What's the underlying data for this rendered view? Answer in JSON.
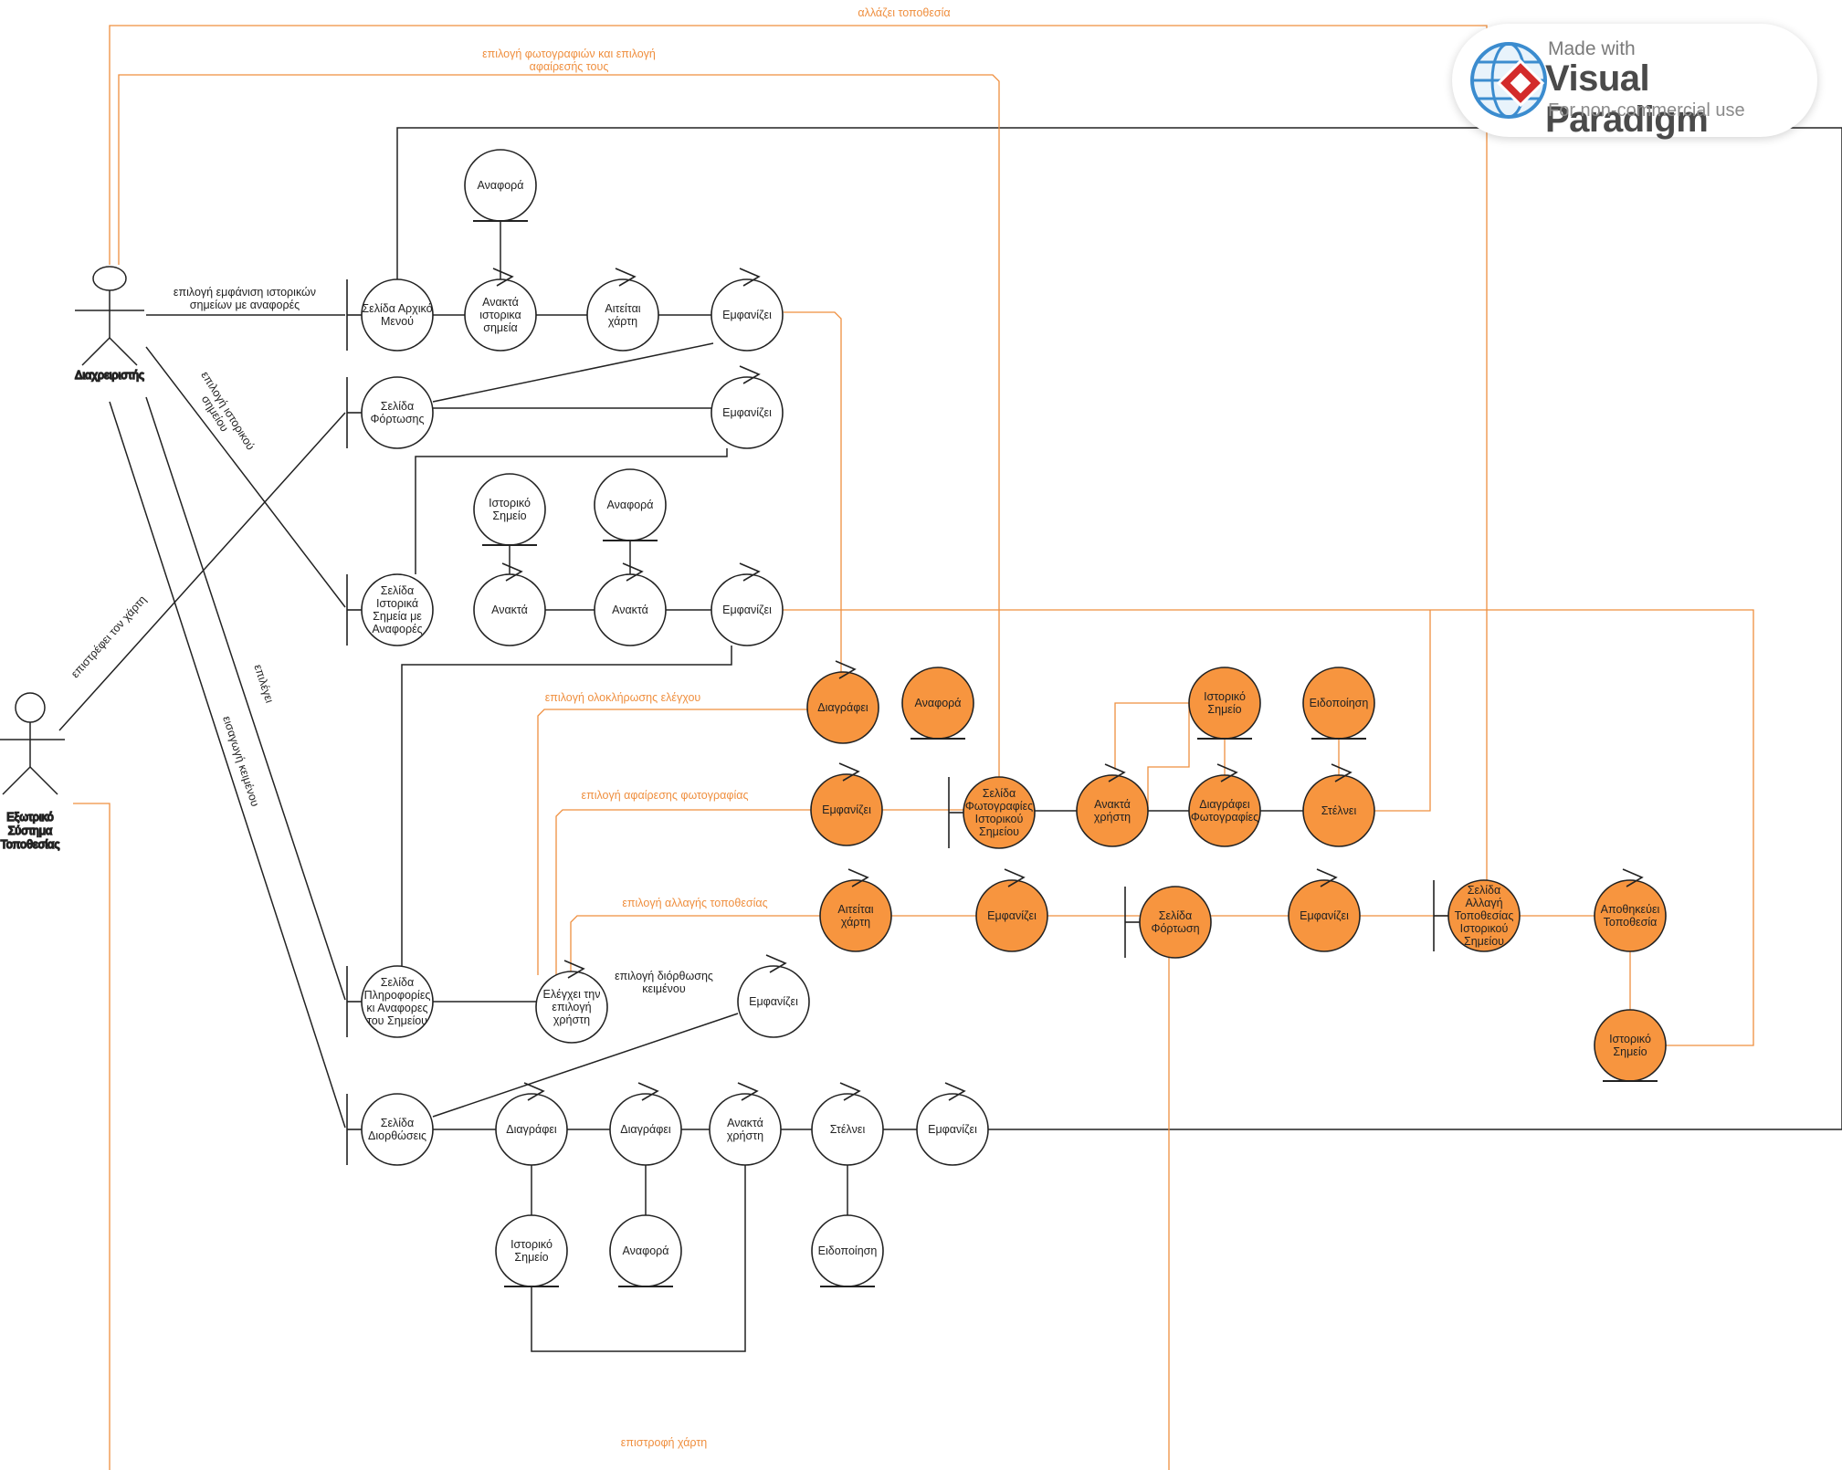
{
  "actors": {
    "admin": "Διαχρειριστής",
    "external": [
      "Εξωτρικό",
      "Σύστημα",
      "Τοποθεσίας"
    ]
  },
  "nodes": {
    "main_menu": [
      "Σελίδα Αρχικό",
      "Μενού"
    ],
    "ref_top": [
      "Αναφορά"
    ],
    "retrieve_hist": [
      "Ανακτά",
      "ιστορικα",
      "σημεία"
    ],
    "request_map": [
      "Αιτείται",
      "χάρτη"
    ],
    "show1": [
      "Εμφανίζει"
    ],
    "loading_page": [
      "Σελίδα",
      "Φόρτωσης"
    ],
    "show2": [
      "Εμφανίζει"
    ],
    "hist_point_a": [
      "Ιστορικό",
      "Σημείο"
    ],
    "ref_a": [
      "Αναφορά"
    ],
    "hist_refs_page": [
      "Σελίδα",
      "Ιστορικά",
      "Σημεία με",
      "Αναφορές"
    ],
    "retrieve_a": [
      "Ανακτά"
    ],
    "retrieve_b": [
      "Ανακτά"
    ],
    "show3": [
      "Εμφανίζει"
    ],
    "delete_o": [
      "Διαγράφει"
    ],
    "ref_o": [
      "Αναφορά"
    ],
    "show_o1": [
      "Εμφανίζει"
    ],
    "photos_page": [
      "Σελίδα",
      "Φωτογραφίες",
      "Ιστορικού",
      "Σημείου"
    ],
    "retrieve_user_o": [
      "Ανακτά",
      "χρήστη"
    ],
    "hist_point_o": [
      "Ιστορικό",
      "Σημείο"
    ],
    "delete_photos_o": [
      "Διαγράφει",
      "Φωτογραφίες"
    ],
    "notification_o": [
      "Ειδοποίηση"
    ],
    "send_o": [
      "Στέλνει"
    ],
    "request_map_o": [
      "Αιτείται",
      "χάρτη"
    ],
    "show_o2": [
      "Εμφανίζει"
    ],
    "loading_o": [
      "Σελίδα",
      "Φόρτωση"
    ],
    "show_o3": [
      "Εμφανίζει"
    ],
    "change_loc_page": [
      "Σελίδα",
      "Αλλαγή",
      "Τοποθεσίας",
      "Ιστορικού",
      "Σημείου"
    ],
    "save_loc_o": [
      "Αποθηκεύει",
      "Τοποθεσία"
    ],
    "hist_point_o2": [
      "Ιστορικό",
      "Σημείο"
    ],
    "info_page": [
      "Σελίδα",
      "Πληροφορίες",
      "κι Αναφορες",
      "του Σημείου"
    ],
    "check_choice": [
      "Ελέγχει την",
      "επιλογή",
      "χρήστη"
    ],
    "show4": [
      "Εμφανίζει"
    ],
    "edits_page": [
      "Σελίδα",
      "Διορθώσεις"
    ],
    "delete_b": [
      "Διαγράφει"
    ],
    "delete_c": [
      "Διαγράφει"
    ],
    "retrieve_user_b": [
      "Ανακτά",
      "χρήστη"
    ],
    "send_b": [
      "Στέλνει"
    ],
    "show5": [
      "Εμφανίζει"
    ],
    "hist_point_b": [
      "Ιστορικό",
      "Σημείο"
    ],
    "ref_b": [
      "Αναφορά"
    ],
    "notification_b": [
      "Ειδοποίηση"
    ]
  },
  "edge_labels": {
    "changes_location": "αλλάζει τοποθεσία",
    "photos_choice_1": "επιλογή φωτογραφιών και επιλογή",
    "photos_choice_2": "αφαίρεσής τους",
    "show_hist_1": "επιλογή εμφάνιση ιστορικών",
    "show_hist_2": "σημείων με αναφορές",
    "hist_choice_1": "επιλογή ιστορικού",
    "hist_choice_2": "σημείου",
    "returns_map": "επιστρέφει τον χάρτη",
    "selects": "επιλέγει",
    "text_input": "εισαγωγή κειμένου",
    "check_complete": "επιλογή  ολοκλήρωσης ελέγχου",
    "remove_photo": "επιλογή  αφαίρεσης φωτογραφίας",
    "change_loc": "επιλογή  αλλαγής τοποθεσίας",
    "text_fix_1": "επιλογή διόρθωσης",
    "text_fix_2": "κειμένου",
    "return_map": "επιστροφή χάρτη"
  },
  "watermark": {
    "made_with": "Made with",
    "brand": "Visual Paradigm",
    "note": "For non-commercial use"
  },
  "colors": {
    "orange_fill": "#f7953f",
    "orange_line": "#ef8f3f",
    "line": "#222222"
  }
}
